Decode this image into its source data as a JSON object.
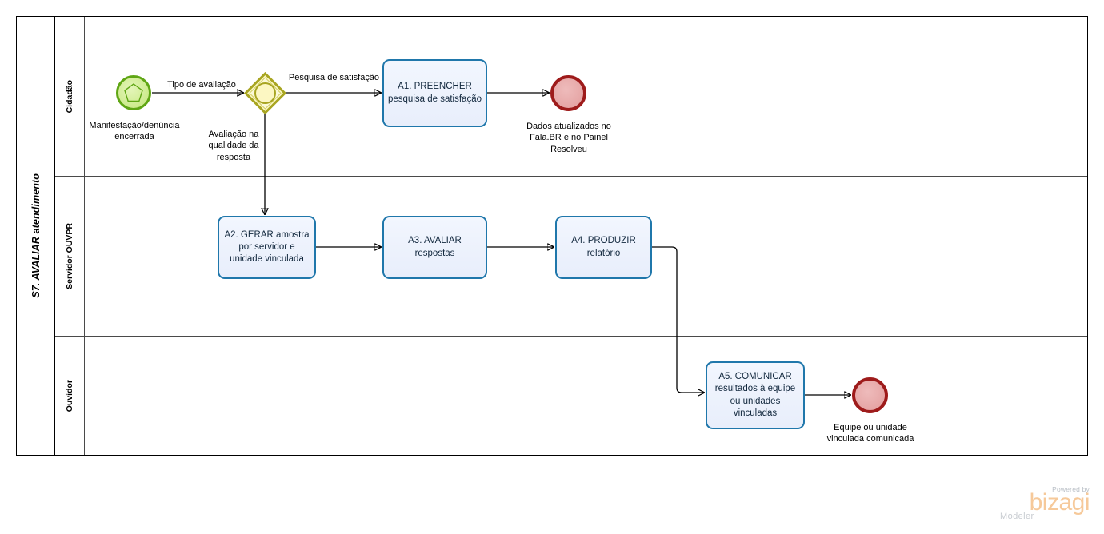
{
  "diagram": {
    "type": "bpmn-process",
    "pool": {
      "label": "S7. AVALIAR atendimento"
    },
    "lanes": [
      {
        "id": "lane-cidadao",
        "label": "Cidadão"
      },
      {
        "id": "lane-servidor",
        "label": "Servidor OUVPR"
      },
      {
        "id": "lane-ouvidor",
        "label": "Ouvidor"
      }
    ],
    "events": [
      {
        "id": "start-manifestacao",
        "kind": "start-event",
        "icon": "pentagon-icon",
        "label": "Manifestação/denúncia encerrada"
      },
      {
        "id": "end-dados-atualizados",
        "kind": "end-event",
        "label": "Dados atualizados no Fala.BR e no Painel Resolveu"
      },
      {
        "id": "end-equipe-comunicada",
        "kind": "end-event",
        "label": "Equipe ou unidade vinculada comunicada"
      }
    ],
    "gateways": [
      {
        "id": "gw-tipo-avaliacao",
        "kind": "inclusive-gateway",
        "label": ""
      }
    ],
    "tasks": [
      {
        "id": "task-a1",
        "label": "A1. PREENCHER pesquisa de satisfação",
        "lane": "lane-cidadao"
      },
      {
        "id": "task-a2",
        "label": "A2. GERAR amostra por servidor e unidade vinculada",
        "lane": "lane-servidor"
      },
      {
        "id": "task-a3",
        "label": "A3. AVALIAR respostas",
        "lane": "lane-servidor"
      },
      {
        "id": "task-a4",
        "label": "A4. PRODUZIR relatório",
        "lane": "lane-servidor"
      },
      {
        "id": "task-a5",
        "label": "A5. COMUNICAR resultados à equipe ou unidades vinculadas",
        "lane": "lane-ouvidor"
      }
    ],
    "flows": [
      {
        "id": "flow-tipo-avaliacao",
        "label": "Tipo de avaliação",
        "from": "start-manifestacao",
        "to": "gw-tipo-avaliacao"
      },
      {
        "id": "flow-pesquisa-satisfacao",
        "label": "Pesquisa de satisfação",
        "from": "gw-tipo-avaliacao",
        "to": "task-a1"
      },
      {
        "id": "flow-avaliacao-qualidade",
        "label": "Avaliação na qualidade da resposta",
        "from": "gw-tipo-avaliacao",
        "to": "task-a2"
      },
      {
        "id": "flow-a1-end",
        "label": "",
        "from": "task-a1",
        "to": "end-dados-atualizados"
      },
      {
        "id": "flow-a2-a3",
        "label": "",
        "from": "task-a2",
        "to": "task-a3"
      },
      {
        "id": "flow-a3-a4",
        "label": "",
        "from": "task-a3",
        "to": "task-a4"
      },
      {
        "id": "flow-a4-a5",
        "label": "",
        "from": "task-a4",
        "to": "task-a5"
      },
      {
        "id": "flow-a5-end",
        "label": "",
        "from": "task-a5",
        "to": "end-equipe-comunicada"
      }
    ],
    "colors": {
      "start_event_fill": "#cdeb8d",
      "start_event_border": "#5fa614",
      "end_event_fill": "#e6a6a6",
      "end_event_border": "#9e1b1b",
      "gateway_fill": "#f7f2b0",
      "gateway_border": "#a8a521",
      "task_fill": "#eef2fc",
      "task_border": "#1f77ab",
      "connector": "#000000",
      "lane_border": "#4a4a4a"
    }
  },
  "watermark": {
    "powered_by": "Powered by",
    "brand": "bizagi",
    "product": "Modeler"
  }
}
